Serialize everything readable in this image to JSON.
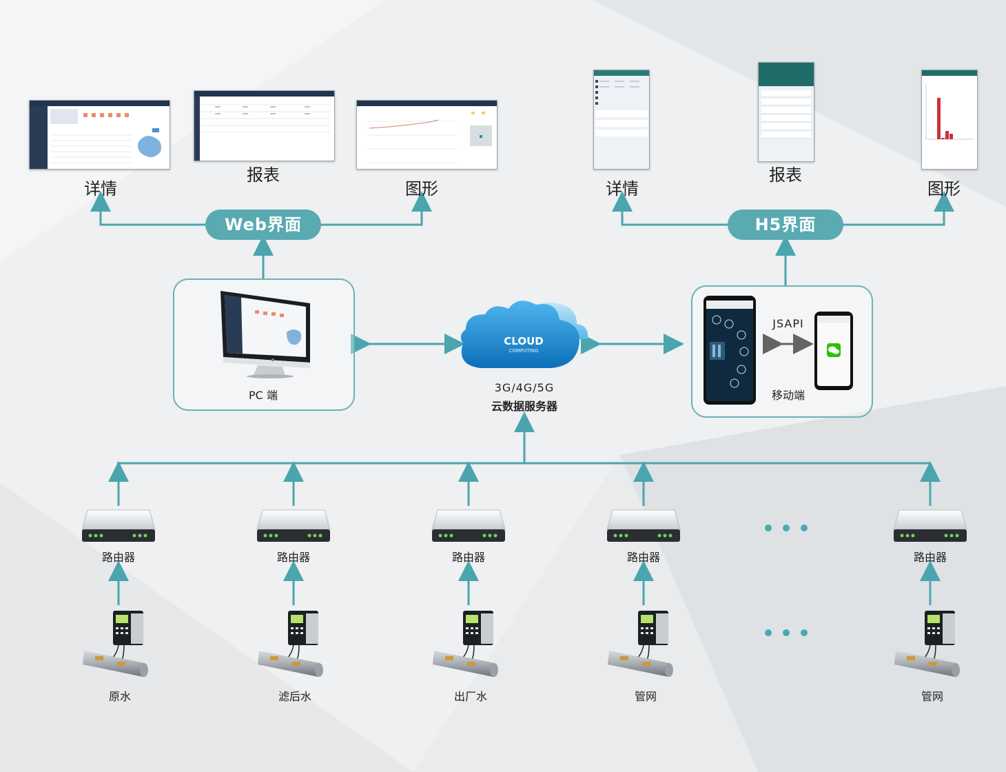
{
  "web": {
    "pill": "Web界面",
    "screens": [
      {
        "label": "详情"
      },
      {
        "label": "报表"
      },
      {
        "label": "图形"
      }
    ]
  },
  "h5": {
    "pill": "H5界面",
    "screens": [
      {
        "label": "详情"
      },
      {
        "label": "报表"
      },
      {
        "label": "图形"
      }
    ]
  },
  "pc": {
    "label": "PC 端"
  },
  "cloud": {
    "word": "CLOUD",
    "subword": "COMPUTING",
    "network": "3G/4G/5G",
    "title": "云数据服务器"
  },
  "mobile": {
    "api": "JSAPI",
    "label": "移动端"
  },
  "routers": [
    {
      "label": "路由器",
      "meter_label": "原水"
    },
    {
      "label": "路由器",
      "meter_label": "滤后水"
    },
    {
      "label": "路由器",
      "meter_label": "出厂水"
    },
    {
      "label": "路由器",
      "meter_label": "管网"
    },
    {
      "label": "路由器",
      "meter_label": "管网"
    }
  ],
  "colors": {
    "accent": "#5aaab2",
    "line": "#4aa5ae",
    "label_dark": "#1e1e1e"
  }
}
